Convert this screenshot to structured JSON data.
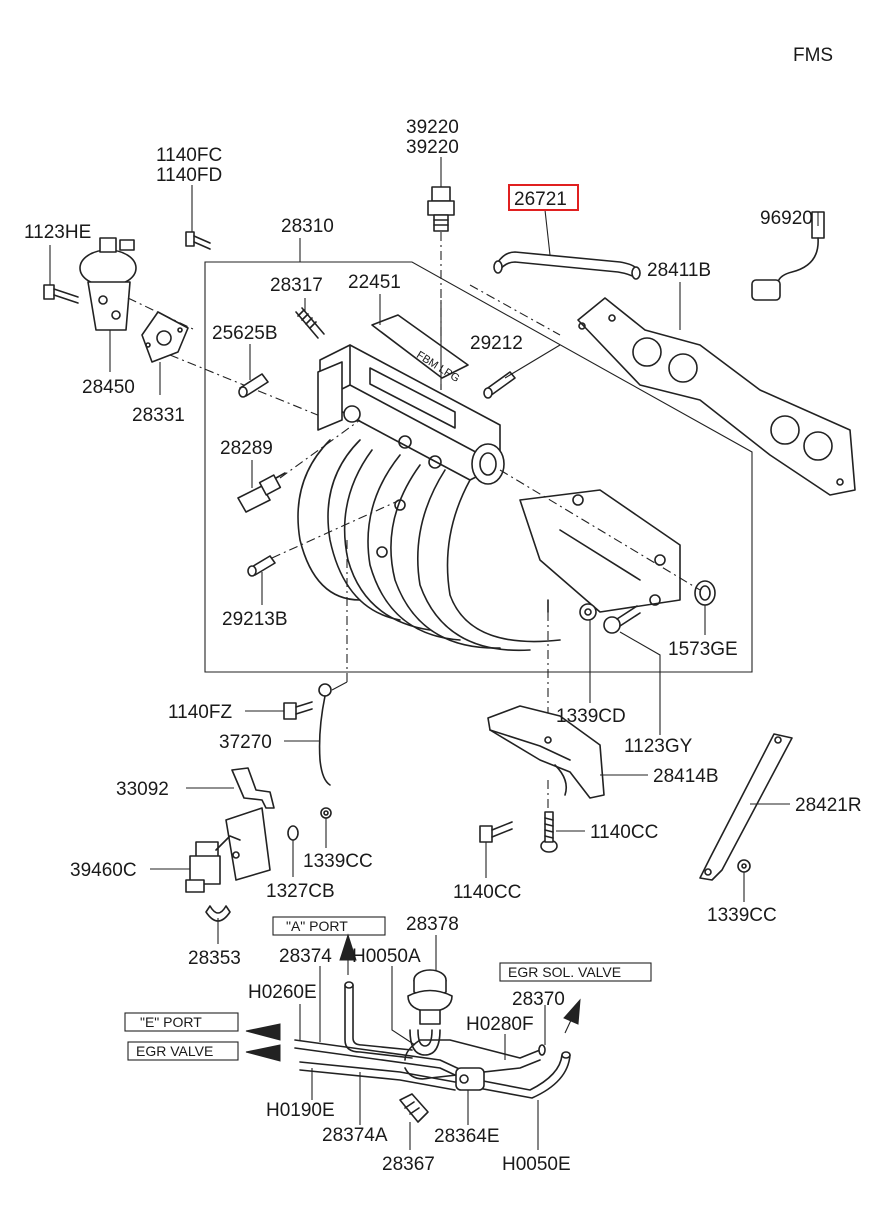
{
  "corner_code": "FMS",
  "labels": {
    "l39220a": "39220",
    "l39220b": "39220",
    "l26721": "26721",
    "l1140fc": "1140FC",
    "l1140fd": "1140FD",
    "l96920": "96920",
    "l1123he": "1123HE",
    "l28310": "28310",
    "l28411b": "28411B",
    "l28317": "28317",
    "l22451": "22451",
    "l25625b": "25625B",
    "l29212": "29212",
    "l28450": "28450",
    "l28331": "28331",
    "l28289": "28289",
    "l29213b": "29213B",
    "l1573ge": "1573GE",
    "l1140fz": "1140FZ",
    "l1339cd": "1339CD",
    "l37270": "37270",
    "l1123gy": "1123GY",
    "l28414b": "28414B",
    "l33092": "33092",
    "l28421r": "28421R",
    "l1140cc_r": "1140CC",
    "l39460c": "39460C",
    "l1339cc_a": "1339CC",
    "l1327cb": "1327CB",
    "l1140cc_b": "1140CC",
    "l1339cc_b": "1339CC",
    "l28353": "28353",
    "l28378": "28378",
    "l28374": "28374",
    "lh0050a": "H0050A",
    "lh0260e": "H0260E",
    "l28370": "28370",
    "lh0280f": "H0280F",
    "lh0190e": "H0190E",
    "l28374a": "28374A",
    "l28364e": "28364E",
    "l28367": "28367",
    "lh0050e": "H0050E"
  },
  "ports": {
    "a_port": "\"A\" PORT",
    "egr_sol_valve": "EGR SOL. VALVE",
    "e_port": "\"E\" PORT",
    "egr_valve": "EGR VALVE"
  },
  "manifold_marking": "FBM LPG",
  "highlighted_part": "26721",
  "highlight_color": "#e02020"
}
